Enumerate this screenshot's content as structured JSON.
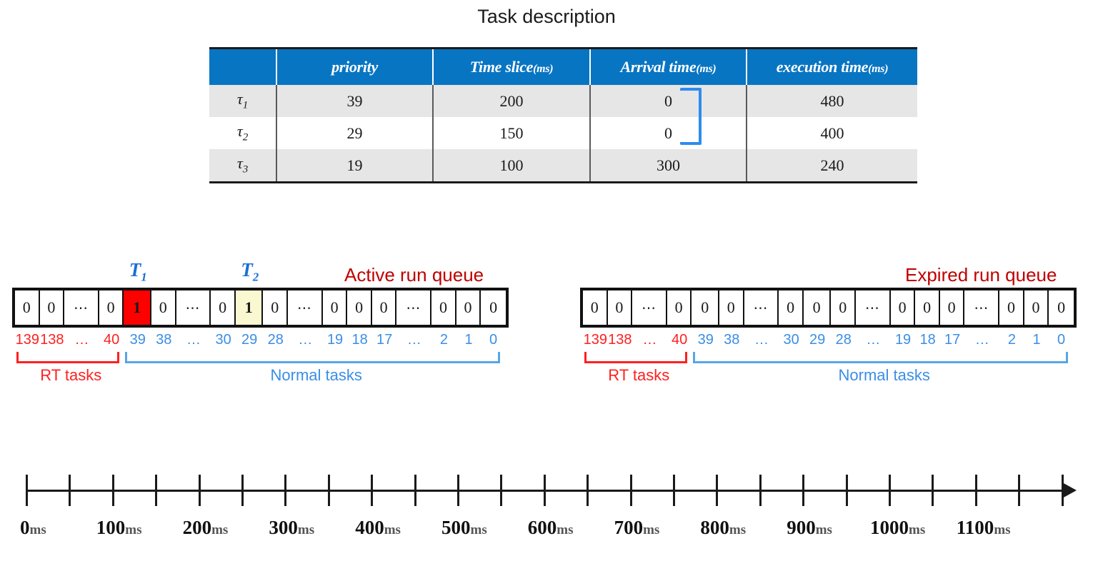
{
  "title": "Task description",
  "colors": {
    "header_blue": "#0875c3",
    "active_cell_red": "#ff0000",
    "active_cell_yellow": "#faf8d0",
    "queue_title_red": "#c00000",
    "rt_index_red": "#ff2020",
    "normal_index_blue": "#3a8ee6",
    "annotation_blue": "#1a6fd4"
  },
  "table": {
    "columns": [
      "",
      "priority",
      "Time slice(ms)",
      "Arrival time(ms)",
      "execution time(ms)"
    ],
    "rows": [
      {
        "task": "τ1",
        "priority": "39",
        "time_slice": "200",
        "arrival_time": "0",
        "execution_time": "480"
      },
      {
        "task": "τ2",
        "priority": "29",
        "time_slice": "150",
        "arrival_time": "0",
        "execution_time": "400"
      },
      {
        "task": "τ3",
        "priority": "19",
        "time_slice": "100",
        "arrival_time": "300",
        "execution_time": "240"
      }
    ],
    "annotation": "bracket-grouping-arrival-times-row1-row2"
  },
  "queues": [
    {
      "id": "active",
      "title": "Active run queue",
      "cells": [
        {
          "value": "0",
          "fill": "white"
        },
        {
          "value": "0",
          "fill": "white"
        },
        {
          "value": "⋯",
          "fill": "white"
        },
        {
          "value": "0",
          "fill": "white"
        },
        {
          "value": "1",
          "fill": "red"
        },
        {
          "value": "0",
          "fill": "white"
        },
        {
          "value": "⋯",
          "fill": "white"
        },
        {
          "value": "0",
          "fill": "white"
        },
        {
          "value": "1",
          "fill": "yellow"
        },
        {
          "value": "0",
          "fill": "white"
        },
        {
          "value": "⋯",
          "fill": "white"
        },
        {
          "value": "0",
          "fill": "white"
        },
        {
          "value": "0",
          "fill": "white"
        },
        {
          "value": "0",
          "fill": "white"
        },
        {
          "value": "⋯",
          "fill": "white"
        },
        {
          "value": "0",
          "fill": "white"
        },
        {
          "value": "0",
          "fill": "white"
        },
        {
          "value": "0",
          "fill": "white"
        }
      ],
      "indices": [
        "139",
        "138",
        "…",
        "40",
        "39",
        "38",
        "…",
        "30",
        "29",
        "28",
        "…",
        "19",
        "18",
        "17",
        "…",
        "2",
        "1",
        "0"
      ],
      "rt_label": "RT tasks",
      "normal_label": "Normal tasks",
      "markers": [
        {
          "label": "T",
          "sub": "1",
          "cell_index": 4
        },
        {
          "label": "T",
          "sub": "2",
          "cell_index": 8
        }
      ]
    },
    {
      "id": "expired",
      "title": "Expired run queue",
      "cells": [
        {
          "value": "0",
          "fill": "white"
        },
        {
          "value": "0",
          "fill": "white"
        },
        {
          "value": "⋯",
          "fill": "white"
        },
        {
          "value": "0",
          "fill": "white"
        },
        {
          "value": "0",
          "fill": "white"
        },
        {
          "value": "0",
          "fill": "white"
        },
        {
          "value": "⋯",
          "fill": "white"
        },
        {
          "value": "0",
          "fill": "white"
        },
        {
          "value": "0",
          "fill": "white"
        },
        {
          "value": "0",
          "fill": "white"
        },
        {
          "value": "⋯",
          "fill": "white"
        },
        {
          "value": "0",
          "fill": "white"
        },
        {
          "value": "0",
          "fill": "white"
        },
        {
          "value": "0",
          "fill": "white"
        },
        {
          "value": "⋯",
          "fill": "white"
        },
        {
          "value": "0",
          "fill": "white"
        },
        {
          "value": "0",
          "fill": "white"
        },
        {
          "value": "0",
          "fill": "white"
        }
      ],
      "indices": [
        "139",
        "138",
        "…",
        "40",
        "39",
        "38",
        "…",
        "30",
        "29",
        "28",
        "…",
        "19",
        "18",
        "17",
        "…",
        "2",
        "1",
        "0"
      ],
      "rt_label": "RT tasks",
      "normal_label": "Normal tasks",
      "markers": []
    }
  ],
  "timeline": {
    "unit": "ms",
    "minor_tick_step": 50,
    "labeled_step": 100,
    "range": [
      0,
      1200
    ],
    "labels": [
      "0",
      "100",
      "200",
      "300",
      "400",
      "500",
      "600",
      "700",
      "800",
      "900",
      "1000",
      "1100"
    ],
    "tick_count": 25,
    "has_arrow": true
  }
}
